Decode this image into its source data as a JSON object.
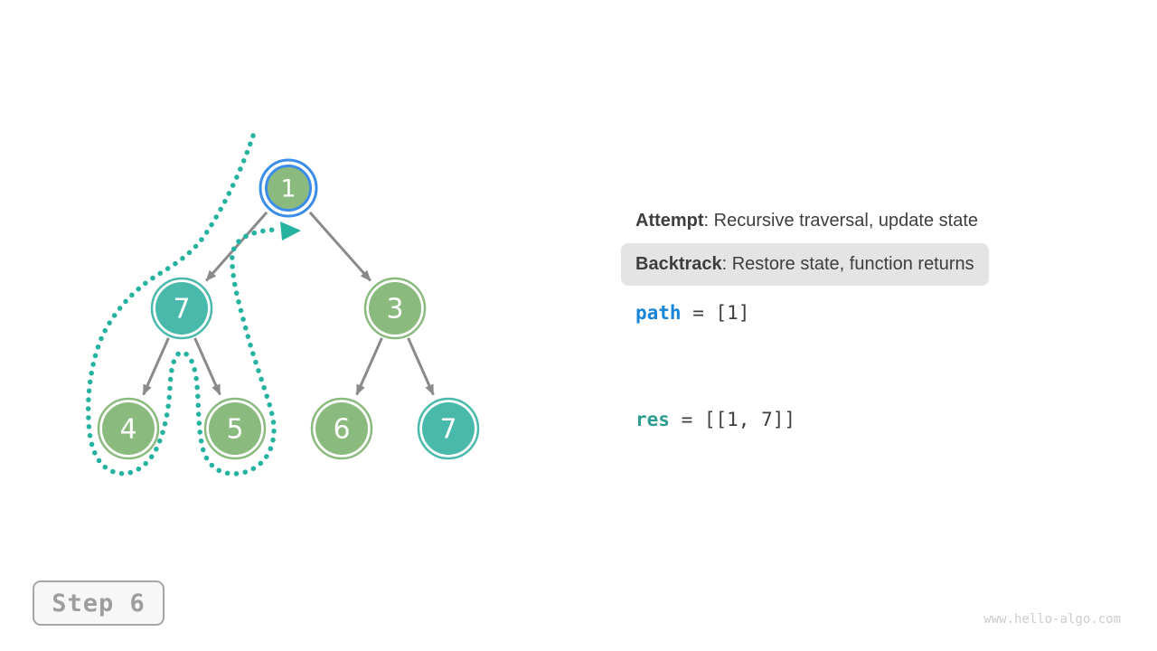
{
  "colors": {
    "node_green": "#8aba7e",
    "node_teal": "#49b9ab",
    "current_ring_blue": "#3c8de9",
    "edge_gray": "#8a8a8a",
    "trace_teal": "#25b3a0",
    "text_dark": "#3e3e3e",
    "path_blue": "#1884d8",
    "res_teal": "#2e9c8e",
    "backtrack_bg": "#e4e4e4",
    "step_gray": "#9e9e9e",
    "watermark_gray": "#cccccc"
  },
  "tree": {
    "nodes": [
      {
        "id": "n1",
        "value": "1",
        "variant": "current"
      },
      {
        "id": "n7l",
        "value": "7",
        "variant": "teal"
      },
      {
        "id": "n3",
        "value": "3",
        "variant": "green"
      },
      {
        "id": "n4",
        "value": "4",
        "variant": "green"
      },
      {
        "id": "n5",
        "value": "5",
        "variant": "green"
      },
      {
        "id": "n6",
        "value": "6",
        "variant": "green"
      },
      {
        "id": "n7r",
        "value": "7",
        "variant": "teal"
      }
    ],
    "edges": [
      [
        "n1",
        "n7l"
      ],
      [
        "n1",
        "n3"
      ],
      [
        "n7l",
        "n4"
      ],
      [
        "n7l",
        "n5"
      ],
      [
        "n3",
        "n6"
      ],
      [
        "n3",
        "n7r"
      ]
    ]
  },
  "legend": {
    "attempt_term": "Attempt",
    "attempt_desc": ": Recursive traversal, update state",
    "backtrack_term": "Backtrack",
    "backtrack_desc": ": Restore state, function returns"
  },
  "state": {
    "path_name": "path",
    "path_value": " = [1]",
    "res_name": "res",
    "res_value": " = [[1, 7]]"
  },
  "step_label": "Step 6",
  "watermark": "www.hello-algo.com"
}
